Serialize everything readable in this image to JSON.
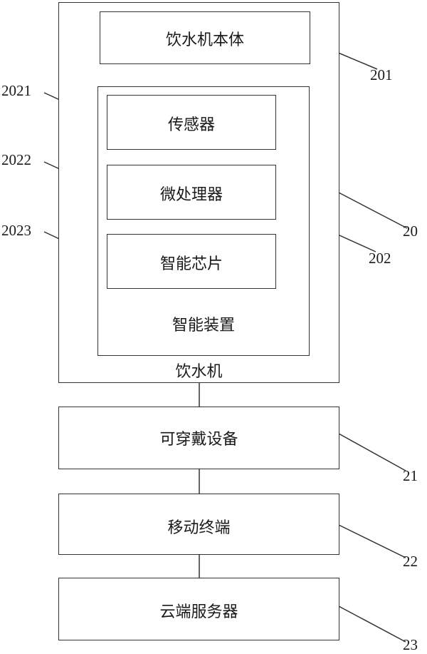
{
  "diagram": {
    "water_dispenser_body": "饮水机本体",
    "sensor": "传感器",
    "microprocessor": "微处理器",
    "smart_chip": "智能芯片",
    "smart_device": "智能装置",
    "water_dispenser": "饮水机",
    "wearable_device": "可穿戴设备",
    "mobile_terminal": "移动终端",
    "cloud_server": "云端服务器"
  },
  "refs": {
    "r201": "201",
    "r2021": "2021",
    "r2022": "2022",
    "r2023": "2023",
    "r202": "202",
    "r20": "20",
    "r21": "21",
    "r22": "22",
    "r23": "23"
  }
}
